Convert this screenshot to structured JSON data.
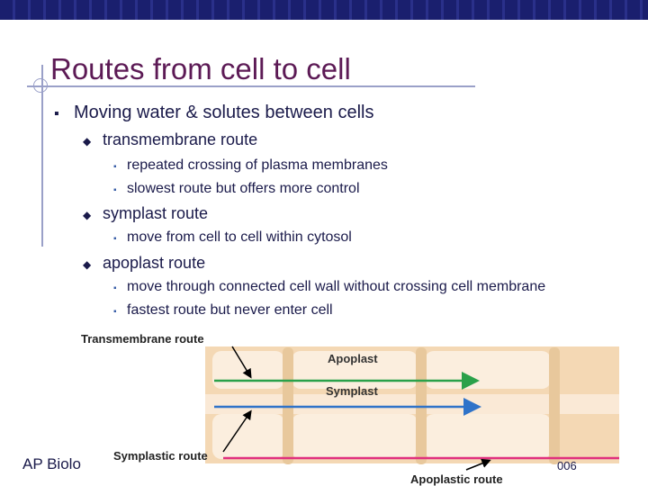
{
  "slide": {
    "title": "Routes from cell to cell",
    "main_bullet": "Moving water & solutes between cells",
    "routes": [
      {
        "name": "transmembrane route",
        "details": [
          "repeated crossing of plasma membranes",
          "slowest route but offers more control"
        ]
      },
      {
        "name": "symplast route",
        "details": [
          "move from cell to cell within cytosol"
        ]
      },
      {
        "name": "apoplast route",
        "details": [
          "move through connected cell wall without crossing cell membrane",
          "fastest route but never enter cell"
        ]
      }
    ],
    "bullet_marks": {
      "level1": "▪",
      "level2": "◆",
      "level3": "▪"
    }
  },
  "diagram": {
    "labels": {
      "transmembrane": "Transmembrane route",
      "apoplast": "Apoplast",
      "symplast": "Symplast",
      "symplastic": "Symplastic route",
      "apoplastic": "Apoplastic route"
    },
    "colors": {
      "wall": "#f4d8b4",
      "cell": "#fbeede",
      "apoplast_arrow": "#2aa14a",
      "symplast_arrow": "#2f73c9",
      "apoplastic_line": "#e0307e",
      "pointer": "#000000"
    }
  },
  "footer": {
    "left": "AP Biolo",
    "right": "006"
  }
}
